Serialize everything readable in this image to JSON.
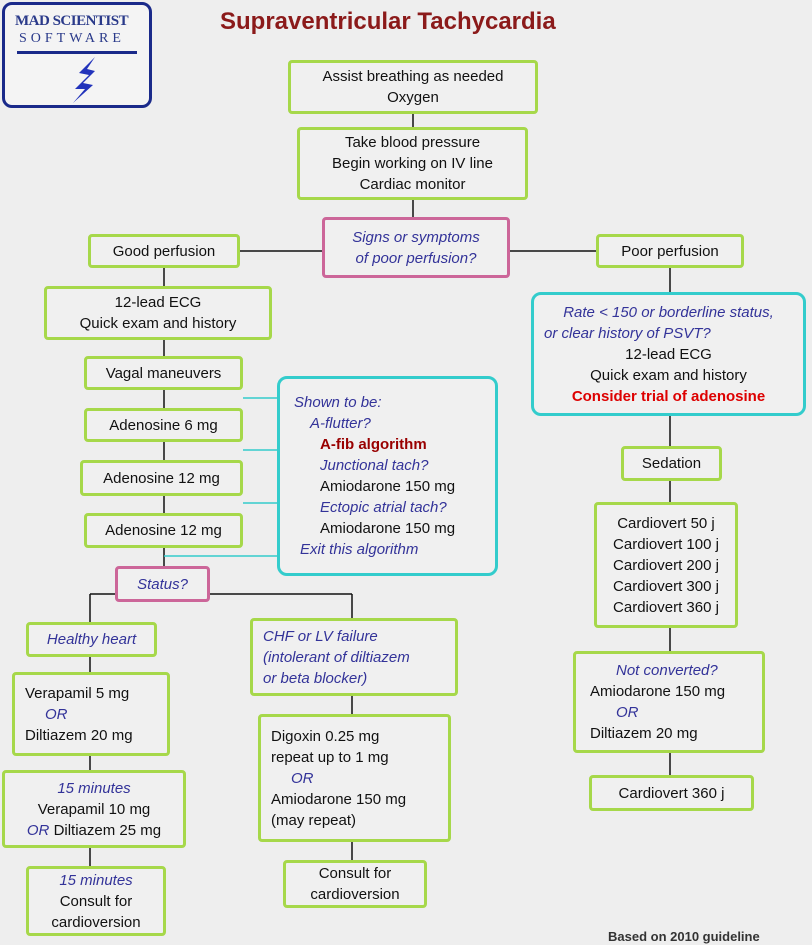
{
  "title": "Supraventricular Tachycardia",
  "logo": {
    "line1": "MAD SCIENTIST",
    "line2": "SOFTWARE"
  },
  "footer": "Based on 2010 guideline",
  "assist": [
    "Assist breathing as needed",
    "Oxygen"
  ],
  "bp": [
    "Take blood pressure",
    "Begin working on IV line",
    "Cardiac monitor"
  ],
  "signs": [
    "Signs or symptoms",
    "of poor perfusion?"
  ],
  "good": "Good perfusion",
  "poor": "Poor perfusion",
  "ecg": [
    "12-lead ECG",
    "Quick exam and history"
  ],
  "vagal": "Vagal maneuvers",
  "aden6": "Adenosine 6 mg",
  "aden12a": "Adenosine 12 mg",
  "aden12b": "Adenosine 12 mg",
  "shown": [
    "Shown to be:",
    "A-flutter?",
    "A-fib algorithm",
    "Junctional tach?",
    "Amiodarone 150 mg",
    "Ectopic atrial tach?",
    "Amiodarone 150 mg",
    "Exit this algorithm"
  ],
  "status": "Status?",
  "healthy": "Healthy heart",
  "chf": [
    "CHF or LV failure",
    "(intolerant of diltiazem",
    "or beta blocker)"
  ],
  "verap": [
    "Verapamil 5 mg",
    "OR",
    "Diltiazem 20 mg"
  ],
  "digoxin": [
    "Digoxin 0.25 mg",
    "repeat up to 1 mg",
    "OR",
    "Amiodarone 150 mg",
    "(may repeat)"
  ],
  "min15a": [
    "15 minutes",
    "Verapamil 10 mg",
    "OR",
    "Diltiazem 25 mg"
  ],
  "consultMid": [
    "Consult for",
    "cardioversion"
  ],
  "min15b": [
    "15 minutes",
    "Consult for",
    "cardioversion"
  ],
  "rate": [
    "Rate < 150 or borderline status,",
    "or clear history of PSVT?",
    "12-lead ECG",
    "Quick exam and history",
    "Consider trial of adenosine"
  ],
  "sedation": "Sedation",
  "cardiovert": [
    "Cardiovert 50 j",
    "Cardiovert 100 j",
    "Cardiovert 200 j",
    "Cardiovert 300 j",
    "Cardiovert 360 j"
  ],
  "notconv": [
    "Not converted?",
    "Amiodarone 150 mg",
    "OR",
    "Diltiazem 20 mg"
  ],
  "cv360": "Cardiovert 360 j",
  "colors": {
    "green": "#a6d84a",
    "pink": "#cc6699",
    "cyan": "#33cccc",
    "title": "#8b1a1a",
    "question": "#333399"
  }
}
